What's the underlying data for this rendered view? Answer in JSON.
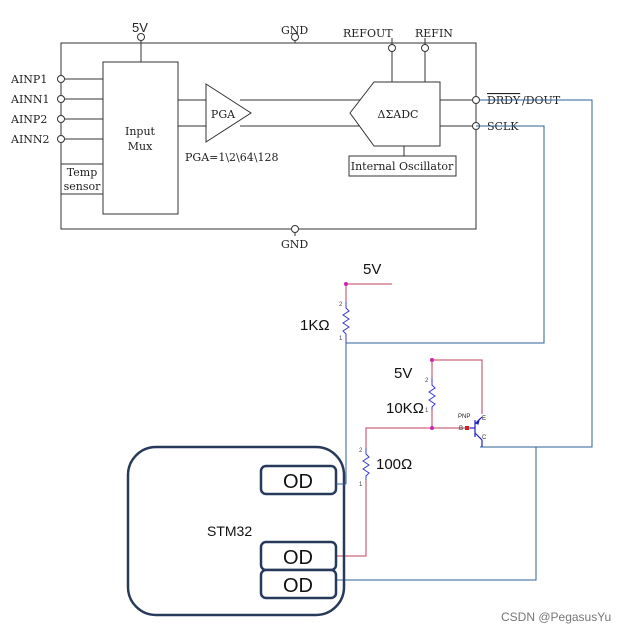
{
  "chip": {
    "pins_top": {
      "vcc": "5V",
      "gnd": "GND",
      "refout": "REFOUT",
      "refin": "REFIN"
    },
    "pins_bottom": {
      "gnd": "GND"
    },
    "inputs": [
      "AINP1",
      "AINN1",
      "AINP2",
      "AINN2"
    ],
    "blocks": {
      "mux_line1": "Input",
      "mux_line2": "Mux",
      "temp_line1": "Temp",
      "temp_line2": "sensor",
      "pga": "PGA",
      "pga_gains": "PGA=1\\2\\64\\128",
      "adc": "ΔΣADC",
      "osc": "Internal Oscillator"
    },
    "outputs": {
      "drdy_bar": "DRDY",
      "dout": "/DOUT",
      "sclk": "SCLK"
    }
  },
  "external": {
    "pullup_supply": "5V",
    "pullup_resistor": "1KΩ",
    "transistor_supply": "5V",
    "base_bias_resistor": "10KΩ",
    "base_resistor": "100Ω",
    "transistor_type": "PNP",
    "pin_e": "E",
    "pin_b": "B",
    "pin_c": "C",
    "pin_number_1": "1",
    "pin_number_2": "2"
  },
  "mcu": {
    "name": "STM32",
    "pins": [
      "OD",
      "OD",
      "OD"
    ]
  },
  "watermark": "CSDN @PegasusYu",
  "colors": {
    "wire_blue": "#2e5f95",
    "wire_pink": "#c0405e",
    "node_magenta": "#d020b0",
    "outline_navy": "#283a5a",
    "resistor_blue": "#3a3ad0",
    "transistor_blue": "#2020c0"
  }
}
